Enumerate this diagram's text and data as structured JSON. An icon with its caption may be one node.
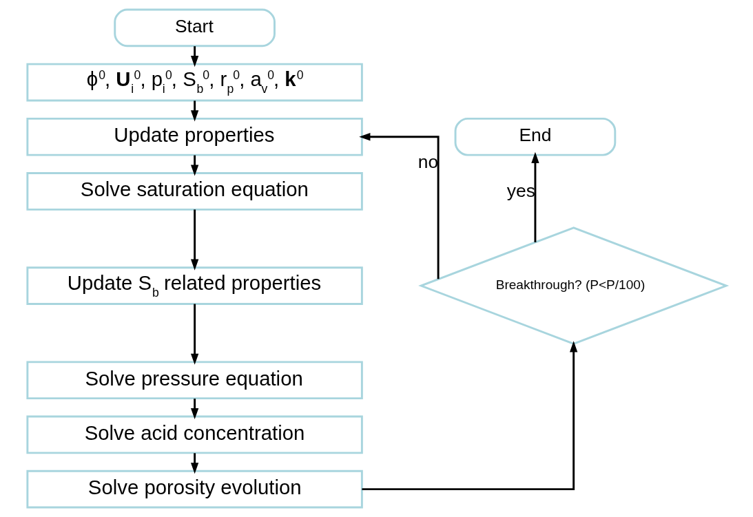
{
  "diagram": {
    "nodes": [
      {
        "text": [
          "Start"
        ]
      },
      {
        "text": [
          "ϕ$^{0}$, **U**$_{i}$$^{0}$, p$_{i}$$^{0}$, S$_{b}$$^{0}$, r$_{p}$$^{0}$, a$_{v}$$^{0}$, **k**$^{0}$"
        ]
      },
      {
        "text": [
          "Update properties"
        ]
      },
      {
        "text": [
          "Solve saturation equation"
        ]
      },
      {
        "text": [
          "Update S$_{b}$ related properties"
        ]
      },
      {
        "text": [
          "Solve pressure equation"
        ]
      },
      {
        "text": [
          "Solve acid concentration"
        ]
      },
      {
        "text": [
          "Solve porosity evolution"
        ]
      },
      {
        "text": [
          "Breakthrough? (P<P/100)"
        ]
      },
      {
        "text": [
          "End"
        ]
      }
    ],
    "edges": [
      {
        "from": 0,
        "to": 1,
        "arrow": "to"
      },
      {
        "from": 1,
        "to": 2,
        "arrow": "to"
      },
      {
        "from": 2,
        "to": 3,
        "arrow": "to"
      },
      {
        "from": 3,
        "to": 4,
        "arrow": "to"
      },
      {
        "from": 4,
        "to": 5,
        "arrow": "to"
      },
      {
        "from": 5,
        "to": 6,
        "arrow": "to"
      },
      {
        "from": 6,
        "to": 7,
        "arrow": "to"
      },
      {
        "from": 7,
        "to": 8,
        "arrow": "to"
      },
      {
        "from": 8,
        "to": 9,
        "label": "yes",
        "arrow": "to"
      },
      {
        "from": 8,
        "to": 2,
        "label": "no",
        "arrow": "to"
      }
    ]
  }
}
